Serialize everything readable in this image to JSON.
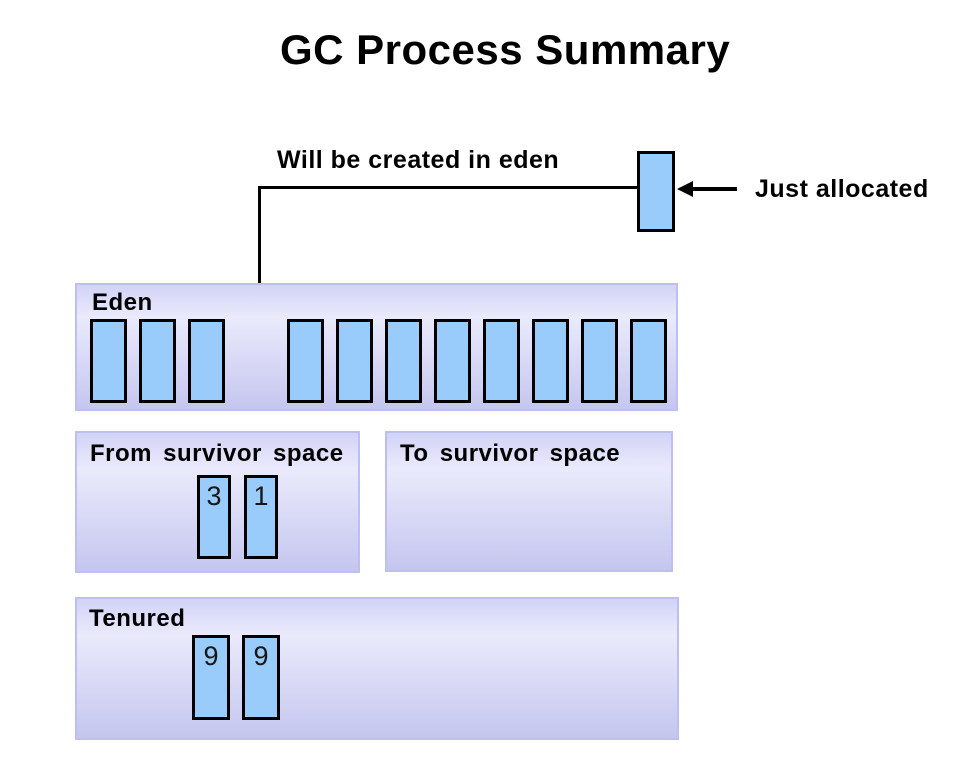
{
  "slide": {
    "title": "GC Process Summary"
  },
  "annotations": {
    "will_be_created": "Will be created in eden",
    "just_allocated": "Just allocated"
  },
  "eden": {
    "label": "Eden",
    "left_slots": 3,
    "right_slots": 8
  },
  "from_survivor": {
    "label": "From survivor space",
    "objects": [
      "3",
      "1"
    ]
  },
  "to_survivor": {
    "label": "To survivor space",
    "objects": []
  },
  "tenured": {
    "label": "Tenured",
    "objects": [
      "9",
      "9"
    ]
  },
  "colors": {
    "object_fill": "#99ccfa",
    "object_border": "#000000",
    "region_border": "#bdbef1",
    "region_gradient_top": "#d2d3f6",
    "region_gradient_mid": "#eaeafc",
    "region_gradient_bottom": "#c5c6ef",
    "line_color": "#000000",
    "background": "#ffffff"
  }
}
